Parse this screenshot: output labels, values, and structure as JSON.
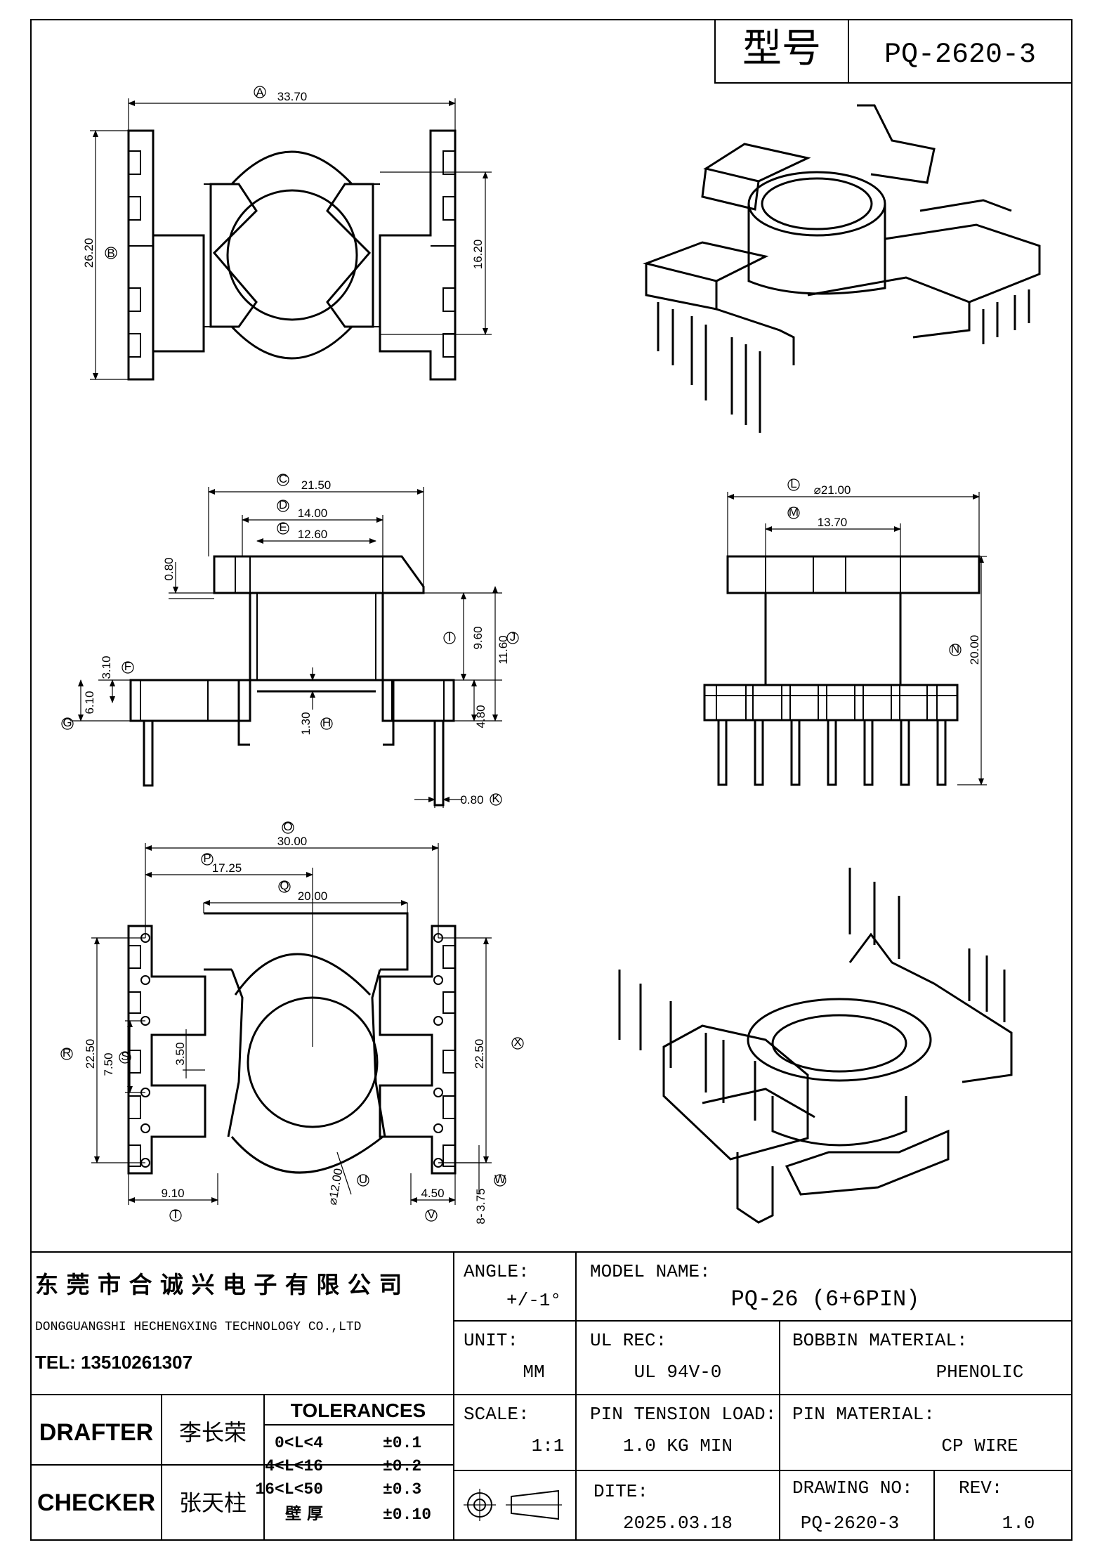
{
  "header": {
    "type_label": "型号",
    "type_value": "PQ-2620-3"
  },
  "top_view": {
    "A": "33.70",
    "B": "26.20",
    "C2": "16.20",
    "A_tag": "A",
    "B_tag": "B"
  },
  "front_view": {
    "C": "21.50",
    "D": "14.00",
    "E": "12.60",
    "d080": "0.80",
    "I": "9.60",
    "J": "11.60",
    "F": "3.10",
    "G": "6.10",
    "H": "1.30",
    "d480": "4.80",
    "K": "0.80",
    "tags": [
      "C",
      "D",
      "E",
      "F",
      "G",
      "H",
      "I",
      "J",
      "K"
    ]
  },
  "side_view": {
    "L": "⌀21.00",
    "M": "13.70",
    "N": "20.00",
    "tags": [
      "L",
      "M",
      "N"
    ]
  },
  "bottom_view": {
    "O": "30.00",
    "P": "17.25",
    "Q": "20.00",
    "R": "22.50",
    "S": "7.50",
    "d350": "3.50",
    "X": "22.50",
    "T": "9.10",
    "U": "⌀12.00",
    "V": "4.50",
    "W": "3.75",
    "d8": "8-",
    "tags": [
      "O",
      "P",
      "Q",
      "R",
      "S",
      "T",
      "U",
      "V",
      "W",
      "X"
    ]
  },
  "title_block": {
    "company_cn": "东 莞 市 合 诚 兴 电 子 有 限 公 司",
    "company_en": "DONGGUANGSHI HECHENGXING TECHNOLOGY CO.,LTD",
    "tel": "TEL: 13510261307",
    "angle_label": "ANGLE:",
    "angle_value": "+/-1°",
    "model_label": "MODEL NAME:",
    "model_value": "PQ-26 (6+6PIN)",
    "unit_label": "UNIT:",
    "unit_value": "MM",
    "ul_label": "UL REC:",
    "ul_value": "UL 94V-0",
    "bobbin_label": "BOBBIN MATERIAL:",
    "bobbin_value": "PHENOLIC",
    "drafter_label": "DRAFTER",
    "drafter_name": "李长荣",
    "checker_label": "CHECKER",
    "checker_name": "张天柱",
    "tol_title": "TOLERANCES",
    "tol_rows": [
      [
        "0<L<4",
        "±0.1"
      ],
      [
        "4<L<16",
        "±0.2"
      ],
      [
        "16<L<50",
        "±0.3"
      ],
      [
        "壁      厚",
        "±0.10"
      ]
    ],
    "scale_label": "SCALE:",
    "scale_value": "1:1",
    "pin_tension_label": "PIN TENSION LOAD:",
    "pin_tension_value": "1.0 KG MIN",
    "pin_material_label": "PIN MATERIAL:",
    "pin_material_value": "CP WIRE",
    "date_label": "DITE:",
    "date_value": "2025.03.18",
    "drawing_no_label": "DRAWING NO:",
    "drawing_no_value": "PQ-2620-3",
    "rev_label": "REV:",
    "rev_value": "1.0"
  }
}
